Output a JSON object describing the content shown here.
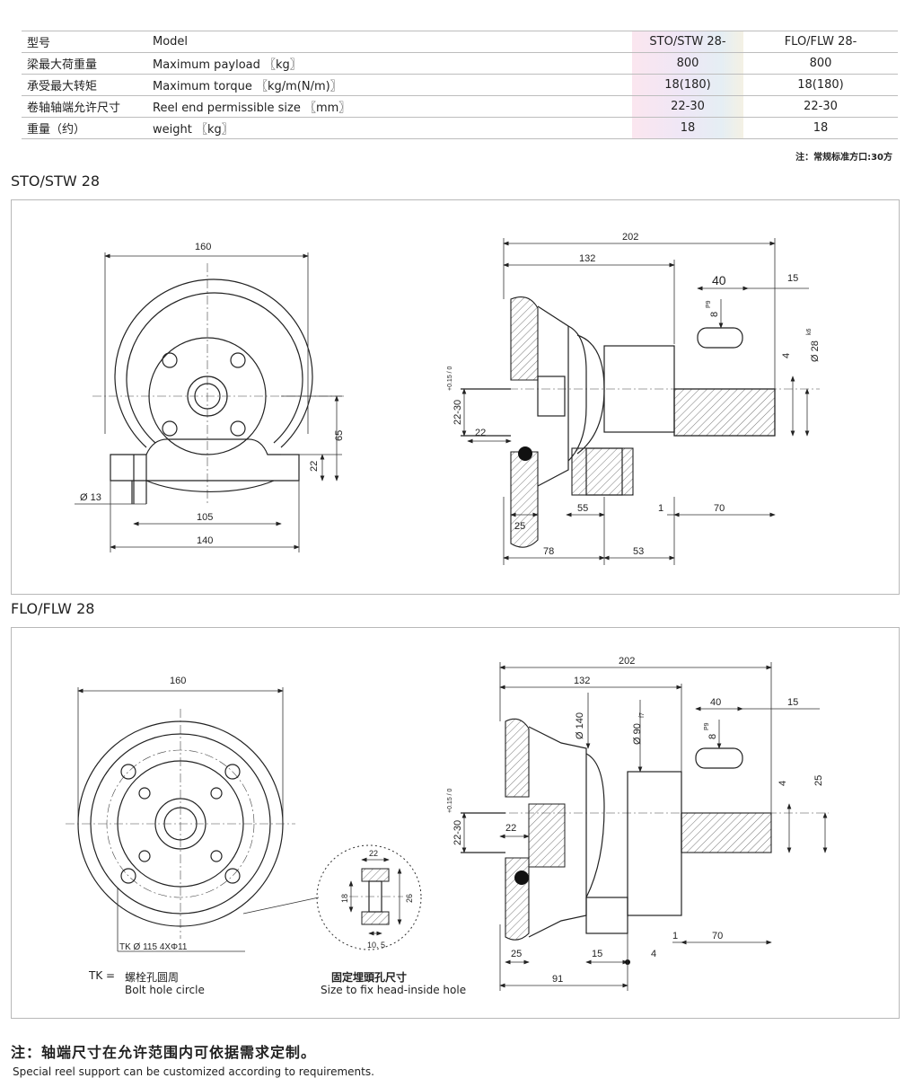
{
  "table": {
    "header": {
      "cn": "型号",
      "en": "Model",
      "v1": "STO/STW 28-",
      "v2": "FLO/FLW 28-"
    },
    "rows": [
      {
        "cn": "梁最大荷重量",
        "en": "Maximum payload 〖kg〗",
        "v1": "800",
        "v2": "800"
      },
      {
        "cn": "承受最大转矩",
        "en": "Maximum torque 〖kg/m(N/m)〗",
        "v1": "18(180)",
        "v2": "18(180)"
      },
      {
        "cn": "卷轴轴端允许尺寸",
        "en": "Reel end permissible size 〖mm〗",
        "v1": "22-30",
        "v2": "22-30"
      },
      {
        "cn": "重量（约）",
        "en": "weight 〖kg〗",
        "v1": "18",
        "v2": "18"
      }
    ]
  },
  "note_top": "注：常规标准方口:30方",
  "sections": {
    "sto": {
      "title": "STO/STW 28",
      "front": {
        "d160": "160",
        "d65": "65",
        "d22": "22",
        "d13": "Ø 13",
        "d105": "105",
        "d140": "140"
      },
      "side": {
        "d202": "202",
        "d132": "132",
        "d40": "40",
        "d15": "15",
        "d8": "8",
        "d8sup": "P9",
        "d4": "4",
        "d28": "Ø 28",
        "d28sub": "k6",
        "d22_30": "22-30",
        "tol": "+0.15 / 0",
        "d22": "22",
        "d55": "55",
        "d1": "1",
        "d70": "70",
        "d25": "25",
        "d78": "78",
        "d53": "53"
      }
    },
    "flo": {
      "title": "FLO/FLW 28",
      "front": {
        "d160": "160",
        "tk": "TK Ø 115  4XΦ11"
      },
      "detail": {
        "d22": "22",
        "d18": "18",
        "d26": "26",
        "d105": "10. 5"
      },
      "side": {
        "d202": "202",
        "d132": "132",
        "d140": "Ø 140",
        "d90": "Ø 90",
        "d90sub": "f7",
        "d40": "40",
        "d15": "15",
        "d8": "8",
        "d8sup": "P9",
        "d4": "4",
        "d25r": "25",
        "d22_30": "22-30",
        "tol": "+0.15 / 0",
        "d22": "22",
        "d1": "1",
        "d70": "70",
        "d25": "25",
        "d15b": "15",
        "d4b": "4",
        "d91": "91"
      }
    }
  },
  "legend": {
    "tk_eq": "TK  =",
    "tk_cn": "螺栓孔圆周",
    "tk_en": "Bolt hole circle",
    "hole_cn": "固定埋頭孔尺寸",
    "hole_en": "Size to fix head-inside hole"
  },
  "bottom_note": {
    "cn": "注：轴端尺寸在允许范围内可依据需求定制。",
    "en": "Special reel support can be customized according to requirements."
  }
}
